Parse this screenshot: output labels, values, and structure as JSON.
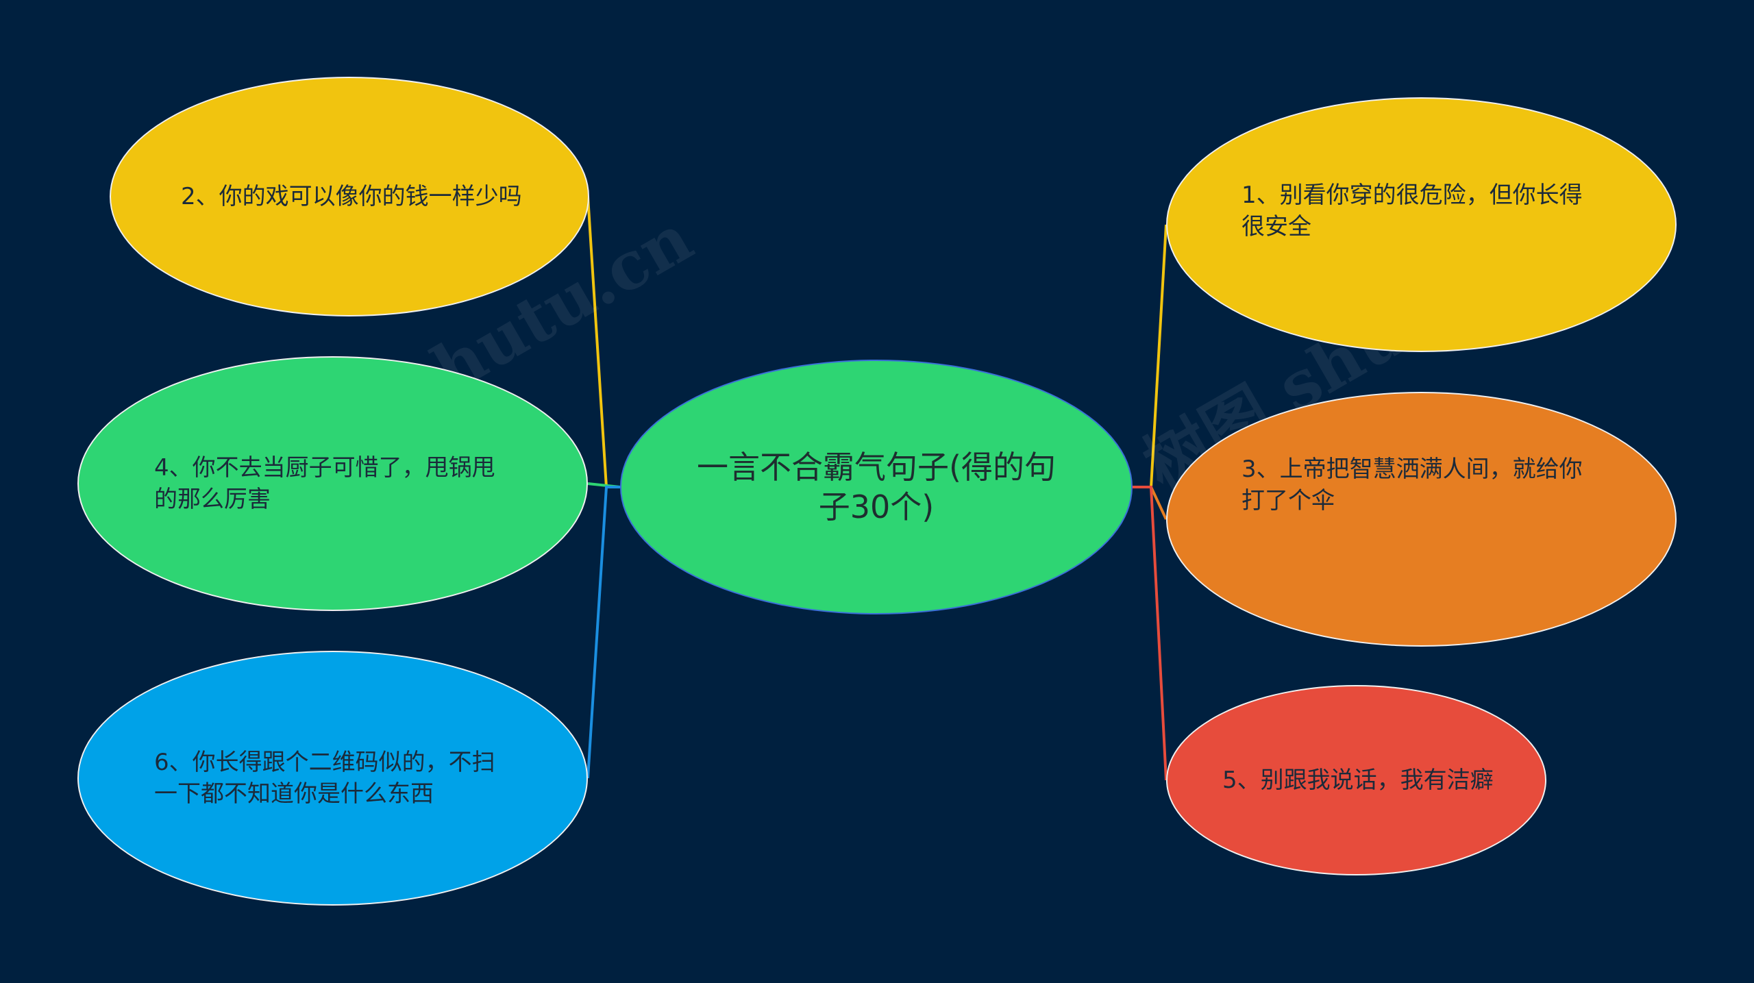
{
  "center": {
    "label": "一言不合霸气句子(得的句\n子30个)"
  },
  "left_nodes": [
    {
      "label": "2、你的戏可以像你的钱一样少吗",
      "color": "#f1c40f",
      "edge_color": "#f1c40f"
    },
    {
      "label": "4、你不去当厨子可惜了，甩锅甩\n的那么厉害",
      "color": "#2ed573",
      "edge_color": "#2ed573"
    },
    {
      "label": "6、你长得跟个二维码似的，不扫\n一下都不知道你是什么东西",
      "color": "#00a2e8",
      "edge_color": "#1b8fe0"
    }
  ],
  "right_nodes": [
    {
      "label": "1、别看你穿的很危险，但你长得\n很安全",
      "color": "#f1c40f",
      "edge_color": "#f1c40f"
    },
    {
      "label": "3、上帝把智慧洒满人间，就给你\n打了个伞",
      "color": "#e67e22",
      "edge_color": "#e67e22"
    },
    {
      "label": "5、别跟我说话，我有洁癖",
      "color": "#e74c3c",
      "edge_color": "#e74c3c"
    }
  ],
  "watermark": "树图 shutu.cn",
  "background_color": "#00203f"
}
